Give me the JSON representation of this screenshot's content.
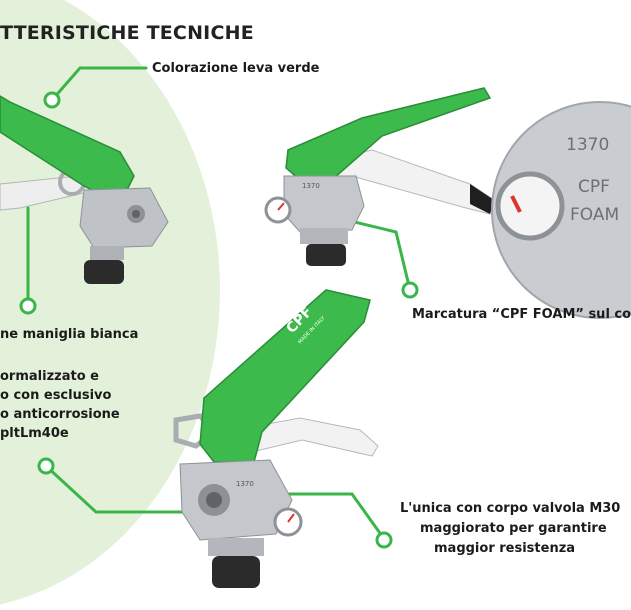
{
  "title": "TTERISTICHE TECNICHE",
  "callouts": {
    "lever_color": "Colorazione leva verde",
    "handle_white": "ne maniglia bianca",
    "treatment": [
      "ormalizzato e",
      "o con esclusivo",
      "o anticorrosione",
      "pltLm40e"
    ],
    "marking": "Marcatura “CPF FOAM” sul co",
    "valve_body": [
      "L'unica con corpo valvola M30",
      "maggiorato per garantire",
      "maggior resistenza"
    ]
  },
  "engravings": {
    "lever_brand": "CPF",
    "lever_sub": "MADE IN ITALY",
    "code_top": "1370",
    "code_zoom": "1370",
    "zoom_brand": "CPF",
    "zoom_sub": "FOAM"
  },
  "colors": {
    "accent_green": "#39b54a",
    "bg_green": "#e3f1da",
    "metal": "#b8bcc0",
    "handle_white": "#f2f2f2"
  }
}
